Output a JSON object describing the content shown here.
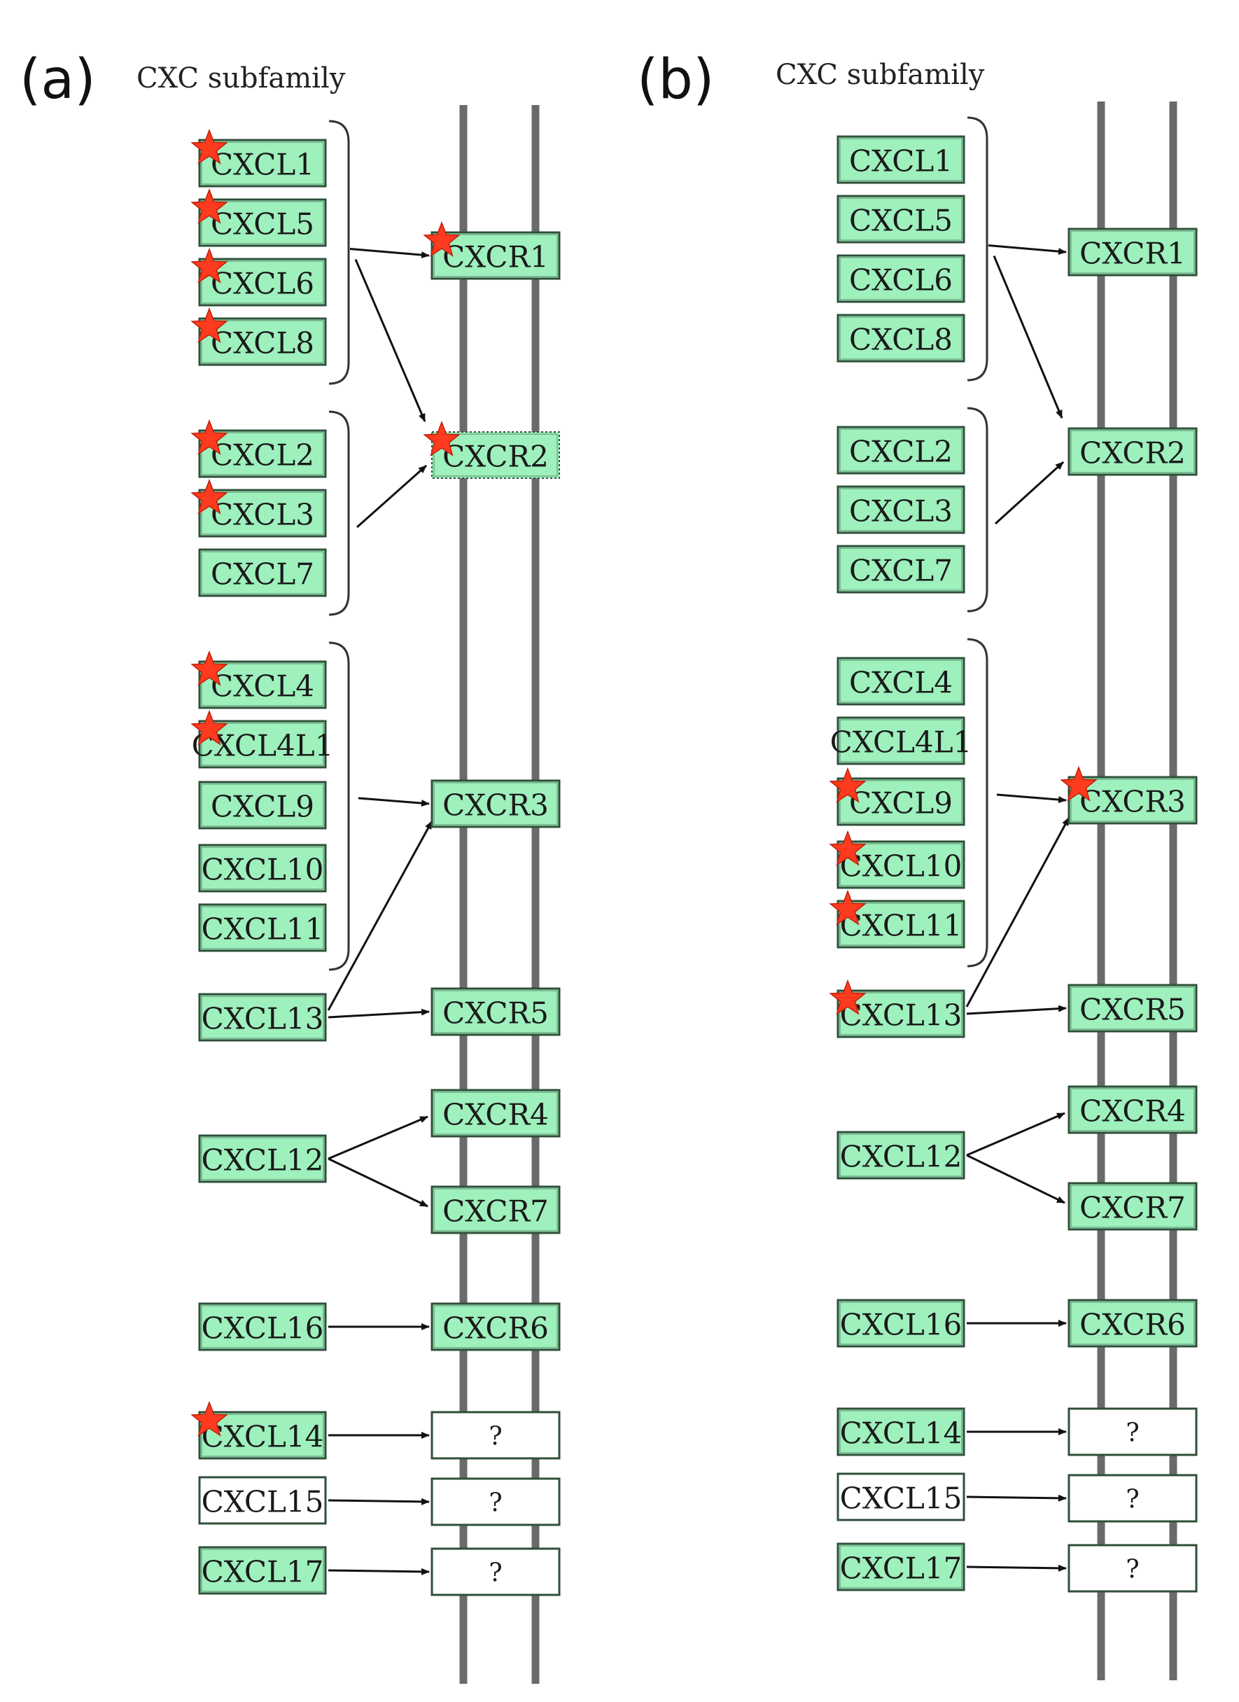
{
  "panels": [
    {
      "id": "a",
      "label": "(a)",
      "subtitle": "CXC subfamily",
      "ligands": [
        {
          "name": "CXCL1",
          "star": true
        },
        {
          "name": "CXCL5",
          "star": true
        },
        {
          "name": "CXCL6",
          "star": true
        },
        {
          "name": "CXCL8",
          "star": true
        },
        {
          "name": "CXCL2",
          "star": true
        },
        {
          "name": "CXCL3",
          "star": true
        },
        {
          "name": "CXCL7",
          "star": false
        },
        {
          "name": "CXCL4",
          "star": true
        },
        {
          "name": "CXCL4L1",
          "star": true
        },
        {
          "name": "CXCL9",
          "star": false
        },
        {
          "name": "CXCL10",
          "star": false
        },
        {
          "name": "CXCL11",
          "star": false
        },
        {
          "name": "CXCL13",
          "star": false
        },
        {
          "name": "CXCL12",
          "star": false
        },
        {
          "name": "CXCL16",
          "star": false
        },
        {
          "name": "CXCL14",
          "star": true
        },
        {
          "name": "CXCL15",
          "star": false,
          "white": true
        },
        {
          "name": "CXCL17",
          "star": false
        }
      ],
      "receptors": [
        {
          "name": "CXCR1",
          "star": true
        },
        {
          "name": "CXCR2",
          "star": true,
          "dotted": true
        },
        {
          "name": "CXCR3",
          "star": false
        },
        {
          "name": "CXCR5",
          "star": false
        },
        {
          "name": "CXCR4",
          "star": false
        },
        {
          "name": "CXCR7",
          "star": false
        },
        {
          "name": "CXCR6",
          "star": false
        },
        {
          "name": "?",
          "star": false,
          "unknown": true
        },
        {
          "name": "?",
          "star": false,
          "unknown": true
        },
        {
          "name": "?",
          "star": false,
          "unknown": true
        }
      ]
    },
    {
      "id": "b",
      "label": "(b)",
      "subtitle": "CXC subfamily",
      "ligands": [
        {
          "name": "CXCL1",
          "star": false
        },
        {
          "name": "CXCL5",
          "star": false
        },
        {
          "name": "CXCL6",
          "star": false
        },
        {
          "name": "CXCL8",
          "star": false
        },
        {
          "name": "CXCL2",
          "star": false
        },
        {
          "name": "CXCL3",
          "star": false
        },
        {
          "name": "CXCL7",
          "star": false
        },
        {
          "name": "CXCL4",
          "star": false
        },
        {
          "name": "CXCL4L1",
          "star": false
        },
        {
          "name": "CXCL9",
          "star": true
        },
        {
          "name": "CXCL10",
          "star": true
        },
        {
          "name": "CXCL11",
          "star": true
        },
        {
          "name": "CXCL13",
          "star": true
        },
        {
          "name": "CXCL12",
          "star": false
        },
        {
          "name": "CXCL16",
          "star": false
        },
        {
          "name": "CXCL14",
          "star": false
        },
        {
          "name": "CXCL15",
          "star": false,
          "white": true
        },
        {
          "name": "CXCL17",
          "star": false
        }
      ],
      "receptors": [
        {
          "name": "CXCR1",
          "star": false
        },
        {
          "name": "CXCR2",
          "star": false
        },
        {
          "name": "CXCR3",
          "star": true
        },
        {
          "name": "CXCR5",
          "star": false
        },
        {
          "name": "CXCR4",
          "star": false
        },
        {
          "name": "CXCR7",
          "star": false
        },
        {
          "name": "CXCR6",
          "star": false
        },
        {
          "name": "?",
          "star": false,
          "unknown": true
        },
        {
          "name": "?",
          "star": false,
          "unknown": true
        },
        {
          "name": "?",
          "star": false,
          "unknown": true
        }
      ]
    }
  ],
  "colors": {
    "node_fill": "#9ef0bd",
    "node_stroke": "#2f4f3a",
    "unknown_fill": "#ffffff",
    "star": "#ff3b1f",
    "membrane": "#6a6a6a"
  }
}
